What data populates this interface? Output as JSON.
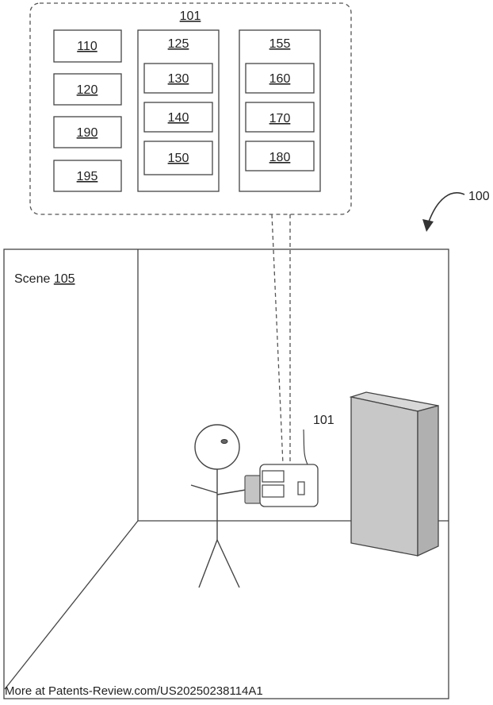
{
  "device_box": {
    "label": "101",
    "col1": [
      "110",
      "120",
      "190",
      "195"
    ],
    "col2": {
      "label": "125",
      "items": [
        "130",
        "140",
        "150"
      ]
    },
    "col3": {
      "label": "155",
      "items": [
        "160",
        "170",
        "180"
      ]
    }
  },
  "figure_ref": "100",
  "scene": {
    "prefix": "Scene ",
    "ref": "105"
  },
  "device_ref": "101",
  "footer": "More at Patents-Review.com/US20250238114A1"
}
